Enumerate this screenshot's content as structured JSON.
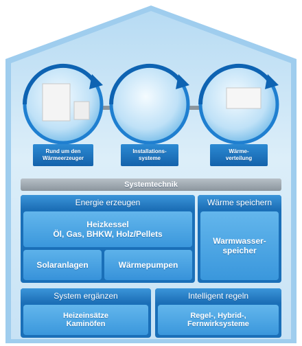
{
  "circles": [
    {
      "label_line1": "Rund um den",
      "label_line2": "Wärmeerzeuger"
    },
    {
      "label_line1": "Installations-",
      "label_line2": "systeme"
    },
    {
      "label_line1": "Wärme-",
      "label_line2": "verteilung"
    }
  ],
  "systemtechnik": "Systemtechnik",
  "energie": {
    "title": "Energie erzeugen",
    "heizkessel_title": "Heizkessel",
    "heizkessel_sub": "Öl, Gas, BHKW, Holz/Pellets",
    "solar": "Solaranlagen",
    "waermepumpen": "Wärmepumpen"
  },
  "speichern": {
    "title": "Wärme speichern",
    "line1": "Warmwasser-",
    "line2": "speicher"
  },
  "ergaenzen": {
    "title": "System ergänzen",
    "line1": "Heizeinsätze",
    "line2": "Kaminöfen"
  },
  "regeln": {
    "title": "Intelligent regeln",
    "line1": "Regel-, Hybrid-,",
    "line2": "Fernwirksysteme"
  },
  "colors": {
    "roof_light": "#e3f1fb",
    "roof_mid": "#a9d2ee",
    "blue_dark": "#1565ad",
    "blue_mid": "#2f8fd6",
    "blue_light": "#5fb3ea",
    "gray_bar": "#9aa5ae"
  }
}
